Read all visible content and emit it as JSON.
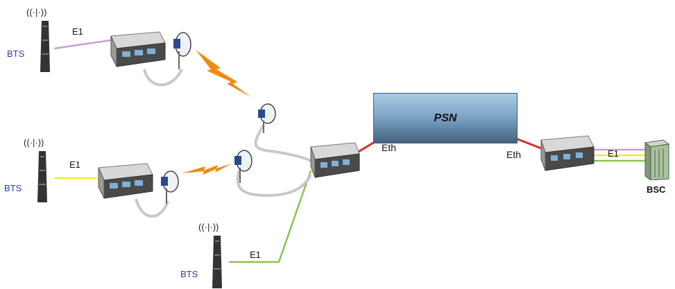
{
  "diagram": {
    "bts_label": "BTS",
    "e1_label": "E1",
    "eth_label": "Eth",
    "psn_label": "PSN",
    "bsc_label": "BSC",
    "antenna_glyph": "((·|·))"
  },
  "colors": {
    "link_purple": "#c49fd4",
    "link_yellow": "#f1ec2a",
    "link_green": "#89c34b",
    "link_red": "#e02a2a",
    "cable_gray": "#c8c8c8",
    "bolt_orange": "#f08a12",
    "bts_text": "#2c3f91"
  },
  "icons": [
    "cell-tower-icon",
    "mux-device-icon",
    "microwave-dish-icon",
    "lightning-link-icon",
    "cloud-icon",
    "bsc-rack-icon"
  ]
}
